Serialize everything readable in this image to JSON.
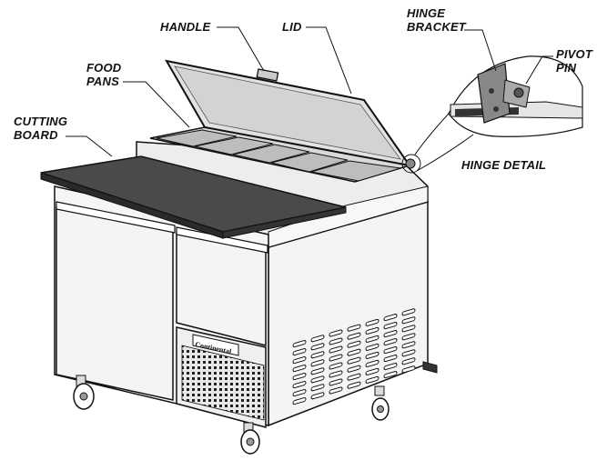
{
  "labels": {
    "handle": "HANDLE",
    "lid": "LID",
    "hinge_bracket_line1": "HINGE",
    "hinge_bracket_line2": "BRACKET",
    "pivot_pin_line1": "PIVOT",
    "pivot_pin_line2": "PIN",
    "food_pans_line1": "FOOD",
    "food_pans_line2": "PANS",
    "cutting_board_line1": "CUTTING",
    "cutting_board_line2": "BOARD",
    "hinge_detail": "HINGE DETAIL"
  },
  "brand_plate": "Continental",
  "colors": {
    "line": "#111111",
    "steel": "#f2f2f2",
    "board": "#4a4a4a",
    "glass": "#dcdcdc",
    "louver": "#ffffff"
  }
}
